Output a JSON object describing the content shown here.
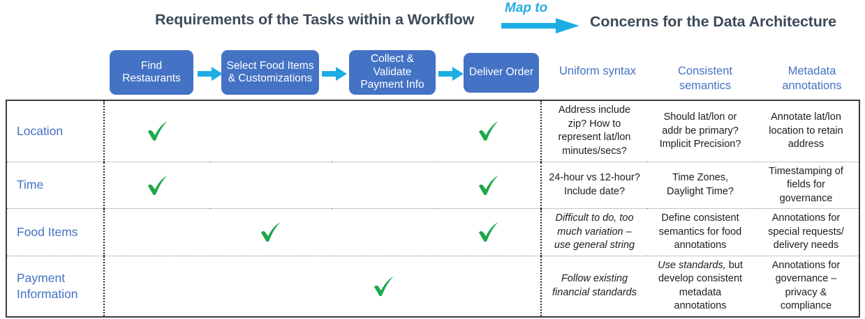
{
  "header": {
    "title_left": "Requirements of the Tasks within a Workflow",
    "map_to_label": "Map to",
    "title_right": "Concerns for the Data Architecture",
    "arrow_icon": "right-arrow-icon"
  },
  "colors": {
    "process_box": "#4472C4",
    "arrow": "#29ABE2",
    "header_text": "#3c4a5a",
    "label_blue": "#4472C4",
    "check_green": "#1DA94A"
  },
  "workflow": {
    "steps": [
      {
        "label": "Find Restaurants"
      },
      {
        "label": "Select Food Items & Customizations"
      },
      {
        "label": "Collect & Validate Payment Info"
      },
      {
        "label": "Deliver Order"
      }
    ],
    "connector_icon": "arrow-right-icon"
  },
  "concern_headers": [
    "Uniform syntax",
    "Consistent semantics",
    "Metadata annotations"
  ],
  "matrix": {
    "rows": [
      {
        "label": "Location",
        "checks": [
          true,
          false,
          false,
          true
        ],
        "concerns": [
          {
            "text": "Address include zip? How to represent lat/lon minutes/secs?",
            "italic": false
          },
          {
            "text": "Should lat/lon or addr be primary? Implicit Precision?",
            "italic": false
          },
          {
            "text": "Annotate lat/lon location to retain address",
            "italic": false
          }
        ]
      },
      {
        "label": "Time",
        "checks": [
          true,
          false,
          false,
          true
        ],
        "concerns": [
          {
            "text": "24-hour vs 12-hour? Include date?",
            "italic": false
          },
          {
            "text": "Time Zones, Daylight Time?",
            "italic": false
          },
          {
            "text": "Timestamping of fields for governance",
            "italic": false
          }
        ]
      },
      {
        "label": "Food Items",
        "checks": [
          false,
          true,
          false,
          true
        ],
        "concerns": [
          {
            "text": "Difficult to do, too much variation – use general string",
            "italic": true
          },
          {
            "text": "Define consistent semantics for food annotations",
            "italic": false
          },
          {
            "text": "Annotations for special requests/ delivery needs",
            "italic": false
          }
        ]
      },
      {
        "label": "Payment Information",
        "checks": [
          false,
          false,
          true,
          false
        ],
        "concerns": [
          {
            "text": "Follow existing financial standards",
            "italic": true
          },
          {
            "text_lead_italic": "Use standards,",
            "text_rest": " but develop consistent metadata annotations",
            "italic": false
          },
          {
            "text": "Annotations for governance – privacy & compliance",
            "italic": false
          }
        ]
      }
    ],
    "check_icon": "check-mark-icon"
  }
}
